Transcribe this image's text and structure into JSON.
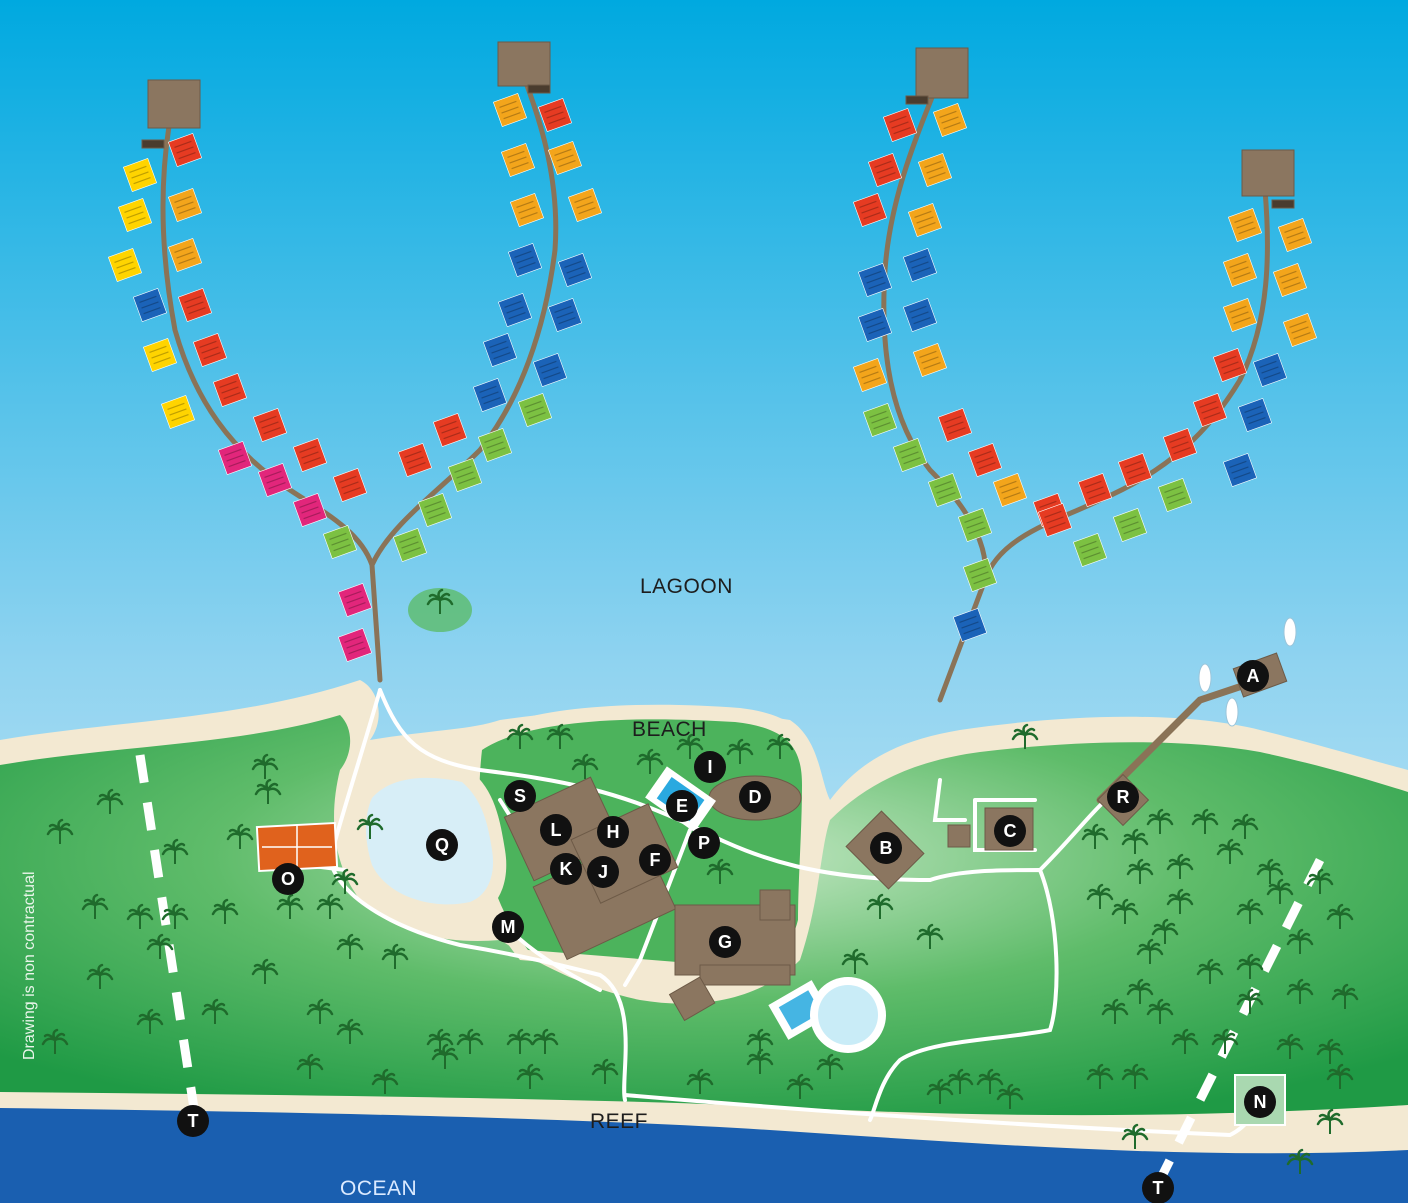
{
  "labels": {
    "lagoon": "LAGOON",
    "beach": "BEACH",
    "reef": "REEF",
    "ocean": "OCEAN",
    "disclaimer": "Drawing is non contractual"
  },
  "markers": [
    {
      "id": "A",
      "label": "A"
    },
    {
      "id": "B",
      "label": "B"
    },
    {
      "id": "C",
      "label": "C"
    },
    {
      "id": "D",
      "label": "D"
    },
    {
      "id": "E",
      "label": "E"
    },
    {
      "id": "F",
      "label": "F"
    },
    {
      "id": "G",
      "label": "G"
    },
    {
      "id": "H",
      "label": "H"
    },
    {
      "id": "I",
      "label": "I"
    },
    {
      "id": "J",
      "label": "J"
    },
    {
      "id": "K",
      "label": "K"
    },
    {
      "id": "L",
      "label": "L"
    },
    {
      "id": "M",
      "label": "M"
    },
    {
      "id": "N",
      "label": "N"
    },
    {
      "id": "O",
      "label": "O"
    },
    {
      "id": "P",
      "label": "P"
    },
    {
      "id": "Q",
      "label": "Q"
    },
    {
      "id": "R",
      "label": "R"
    },
    {
      "id": "S",
      "label": "S"
    },
    {
      "id": "T1",
      "label": "T"
    },
    {
      "id": "T2",
      "label": "T"
    }
  ],
  "colors": {
    "sky_top": "#00a9e0",
    "sky_bottom": "#d8eef8",
    "ocean": "#1a5fb0",
    "island": "#2aa14a",
    "island_light": "#b7e0b8",
    "sand": "#f3e9d2",
    "path": "#ffffff",
    "jetty": "#8a7357",
    "villa_red": "#e63b22",
    "villa_orange": "#f3a51b",
    "villa_yellow": "#ffd400",
    "villa_blue": "#1b63b8",
    "villa_green": "#7cc142",
    "villa_pink": "#e2267b",
    "marker": "#111111",
    "tennis": "#e0621d"
  }
}
